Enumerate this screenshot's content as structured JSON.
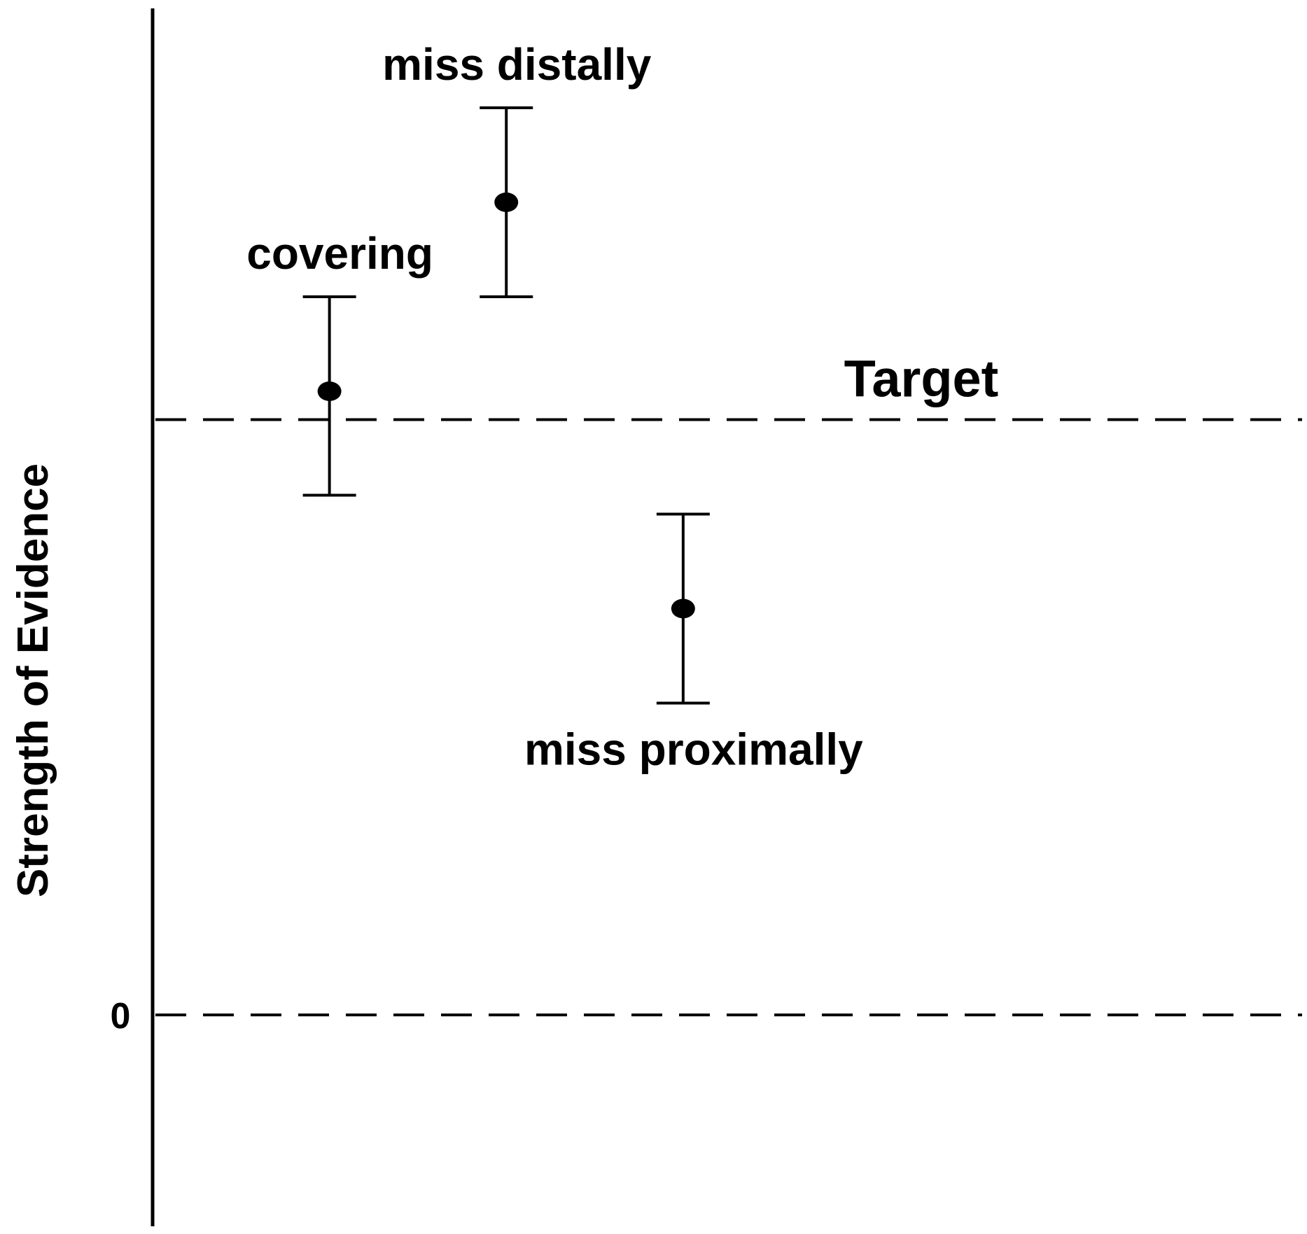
{
  "chart_data": {
    "type": "scatter",
    "title": "",
    "xlabel": "",
    "ylabel": "Strength of Evidence",
    "ylim": [
      -3,
      10
    ],
    "grid": false,
    "legend": "none",
    "y_ticks": [
      {
        "value": 0,
        "label": "0"
      }
    ],
    "reference_lines": [
      {
        "id": "target",
        "y": 6.3,
        "label": "Target",
        "style": "dashed"
      },
      {
        "id": "zero",
        "y": 0,
        "label": "",
        "style": "dashed"
      }
    ],
    "points": [
      {
        "id": "covering",
        "label": "covering",
        "x": 1,
        "y": 6.6,
        "y_low": 5.5,
        "y_high": 7.6,
        "label_position": "above"
      },
      {
        "id": "miss-distally",
        "label": "miss distally",
        "x": 2,
        "y": 8.6,
        "y_low": 7.6,
        "y_high": 9.6,
        "label_position": "above"
      },
      {
        "id": "miss-proximally",
        "label": "miss proximally",
        "x": 3,
        "y": 4.3,
        "y_low": 3.3,
        "y_high": 5.3,
        "label_position": "below"
      }
    ],
    "xlim": [
      0,
      6.5
    ],
    "colors": {
      "ink": "#000000",
      "background": "#ffffff"
    }
  }
}
